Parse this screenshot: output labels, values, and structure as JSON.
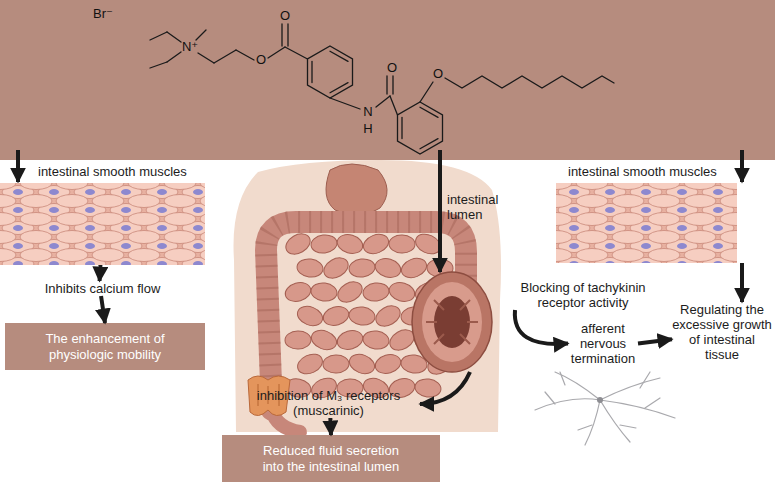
{
  "diagram": {
    "nodes": [
      {
        "text": [
          "intestinal smooth muscles"
        ]
      },
      {
        "text": [
          "Inhibits calcium flow"
        ]
      },
      {
        "text": [
          "The enhancement of physiologic mobility"
        ]
      },
      {
        "text": [
          "inhibition of M₃ receptors (muscarinic)"
        ]
      },
      {
        "text": [
          "Reduced fluid secretion into the intestinal lumen"
        ]
      },
      {
        "text": [
          "intestinal smooth muscles"
        ]
      },
      {
        "text": [
          "Blocking of tachykinin receptor activity"
        ]
      },
      {
        "text": [
          "afferent nervous termination"
        ]
      },
      {
        "text": [
          "Regulating the excessive growth of intestinal tissue"
        ]
      }
    ],
    "edges": [
      {
        "from": 0,
        "to": 1,
        "arrow": "to"
      },
      {
        "from": 1,
        "to": 2,
        "arrow": "to"
      },
      {
        "from": 3,
        "to": 4,
        "arrow": "to"
      },
      {
        "from": 5,
        "to": 8,
        "arrow": "to"
      },
      {
        "from": 6,
        "to": 7,
        "arrow": "to"
      },
      {
        "from": 7,
        "to": 8,
        "arrow": "to"
      }
    ],
    "labels": [
      "Br⁻",
      "N⁺",
      "O",
      "O",
      "O",
      "O",
      "N",
      "H",
      "intestinal lumen"
    ]
  }
}
